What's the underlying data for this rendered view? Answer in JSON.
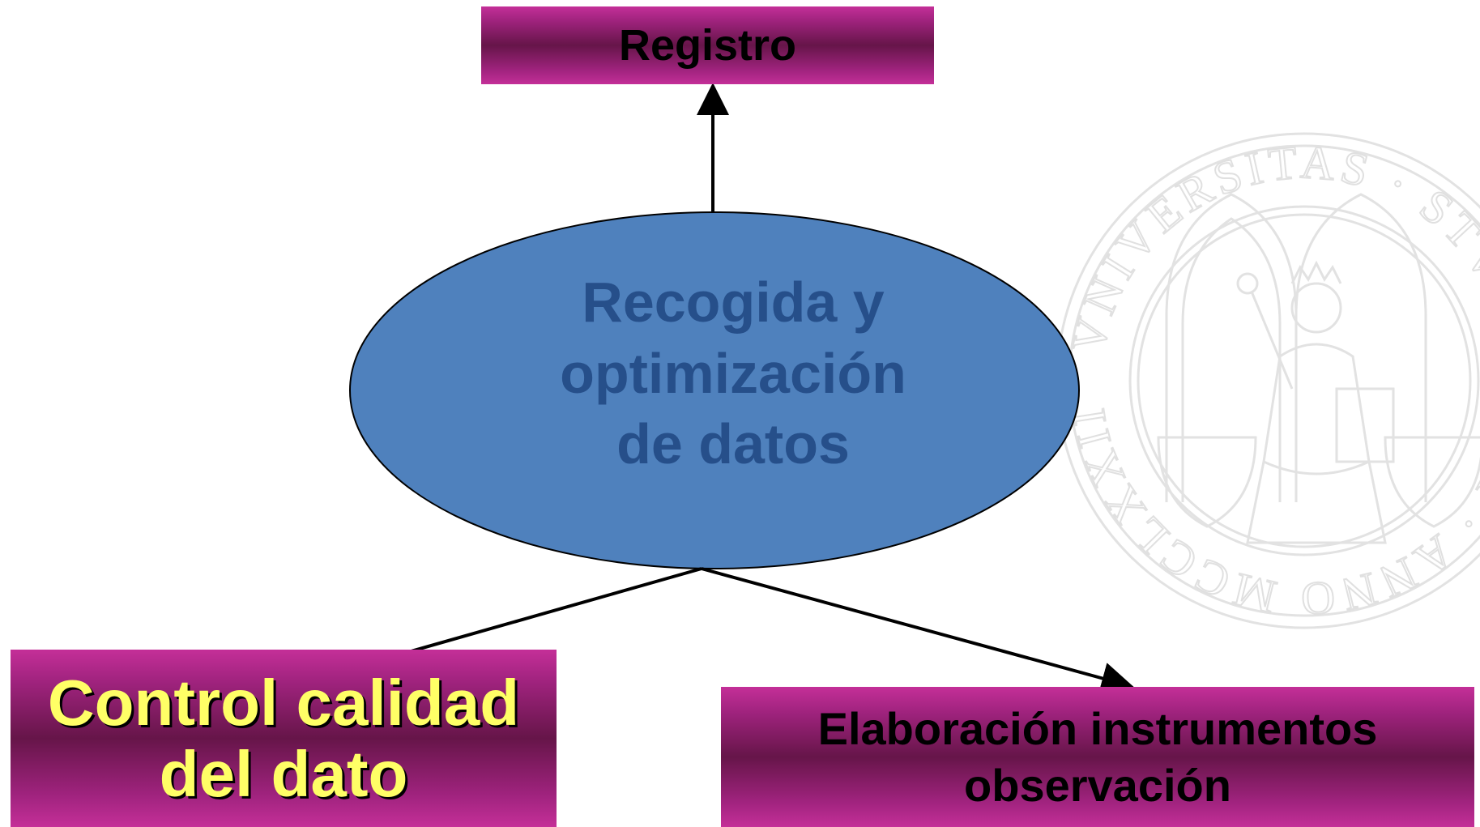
{
  "diagram": {
    "top_box": {
      "label": "Registro"
    },
    "center_node": {
      "lines": [
        "Recogida y",
        "optimización",
        "de datos"
      ]
    },
    "left_box": {
      "lines": [
        "Control calidad",
        "del dato"
      ]
    },
    "right_box": {
      "lines": [
        "Elaboración instrumentos",
        "observación"
      ]
    }
  },
  "watermark": {
    "ring_text": "VNIVERSITAS · STVDIORVM · ANNO MCCLXXII",
    "type": "university-seal"
  },
  "colors": {
    "box_gradient_light": "#c42f98",
    "box_gradient_dark": "#661549",
    "ellipse_fill": "#4f81bd",
    "ellipse_text": "#264f8a",
    "highlight_text": "#ffff66",
    "seal_stroke": "#e2e2e2"
  }
}
